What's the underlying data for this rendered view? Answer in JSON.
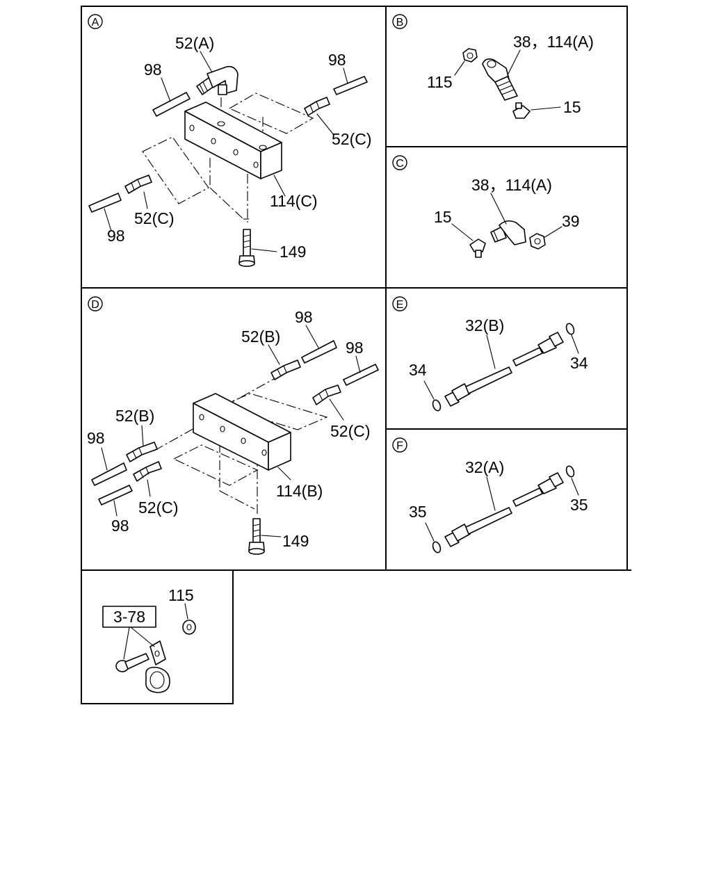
{
  "sections": {
    "a": {
      "id": "A",
      "labels": {
        "l52a": "52(A)",
        "l98_left": "98",
        "l98_right": "98",
        "l52c_right": "52(C)",
        "l114c": "114(C)",
        "l52c_left": "52(C)",
        "l98_bottom": "98",
        "l149": "149"
      }
    },
    "b": {
      "id": "B",
      "labels": {
        "l38": "38，114(A)",
        "l115": "115",
        "l15": "15"
      }
    },
    "c": {
      "id": "C",
      "labels": {
        "l38": "38，114(A)",
        "l15": "15",
        "l39": "39"
      }
    },
    "d": {
      "id": "D",
      "labels": {
        "l98_top": "98",
        "l52b_top": "52(B)",
        "l98_right": "98",
        "l52c_right": "52(C)",
        "l52b_left": "52(B)",
        "l98_left": "98",
        "l114b": "114(B)",
        "l52c_left": "52(C)",
        "l98_bottom": "98",
        "l149": "149"
      }
    },
    "e": {
      "id": "E",
      "labels": {
        "l32b": "32(B)",
        "l34_left": "34",
        "l34_right": "34"
      }
    },
    "f": {
      "id": "F",
      "labels": {
        "l32a": "32(A)",
        "l35_left": "35",
        "l35_right": "35"
      }
    },
    "g": {
      "labels": {
        "l115": "115",
        "ref": "3-78"
      }
    }
  }
}
